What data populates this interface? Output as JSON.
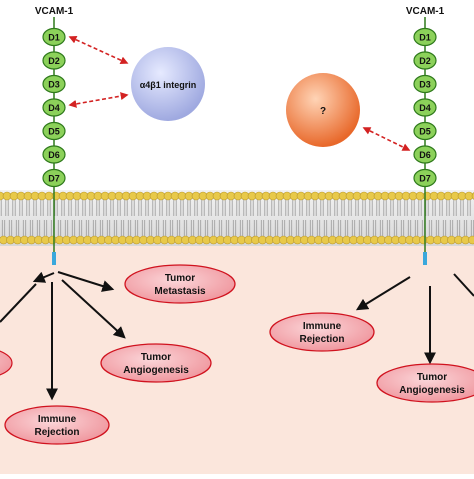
{
  "left_receptor": {
    "title": "VCAM-1",
    "domains": [
      "D1",
      "D2",
      "D3",
      "D4",
      "D5",
      "D6",
      "D7"
    ],
    "ligand": {
      "label": "α4β1 integrin",
      "color": "#b8c2ea"
    },
    "outcomes": [
      {
        "id": "metastasis",
        "lines": [
          "Tumor",
          "Metastasis"
        ]
      },
      {
        "id": "angiogenesis",
        "lines": [
          "Tumor",
          "Angiogenesis"
        ]
      },
      {
        "id": "rejection",
        "lines": [
          "Immune",
          "Rejection"
        ]
      }
    ]
  },
  "right_receptor": {
    "title": "VCAM-1",
    "domains": [
      "D1",
      "D2",
      "D3",
      "D4",
      "D5",
      "D6",
      "D7"
    ],
    "ligand": {
      "label": "?",
      "color": "#f07f42"
    },
    "outcomes": [
      {
        "id": "rejection",
        "lines": [
          "Immune",
          "Rejection"
        ]
      },
      {
        "id": "angiogenesis",
        "lines": [
          "Tumor",
          "Angiogenesis"
        ]
      }
    ]
  },
  "colors": {
    "domain_fill": "#8cd15a",
    "domain_stroke": "#2f7a1c",
    "lipid_head": "#e8c94a",
    "cytoplasm": "#fbe6dc",
    "outcome_fill": "#f2a2a8",
    "outcome_stroke": "#d0121e",
    "interaction_arrow": "#d32222",
    "signal_stub": "#3aa8dc"
  }
}
